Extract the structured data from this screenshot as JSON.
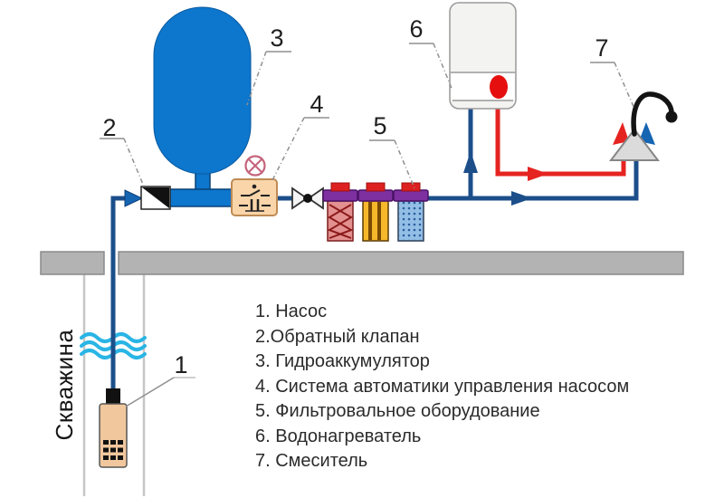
{
  "well": {
    "label": "Скважина"
  },
  "callouts": [
    "1",
    "2",
    "3",
    "4",
    "5",
    "6",
    "7"
  ],
  "legend": {
    "items": [
      "1. Насос",
      "2.Обратный клапан",
      "3. Гидроаккумулятор",
      "4. Система автоматики управления насосом",
      "5. Фильтровальное оборудование",
      "6. Водонагреватель",
      "7. Смеситель"
    ]
  },
  "colors": {
    "tank_blue": "#0d76cd",
    "cold_pipe_blue": "#1c4f8a",
    "hot_pipe_red": "#e52421",
    "water_wave_cyan": "#29b5e5",
    "ground_gray": "#b3b3b3",
    "automation_box_tan": "#f9d5a9",
    "filter_cap_purple": "#7e2fa0",
    "heater_indicator_red": "#e60f0f",
    "pump_body_tan": "#f1c79d"
  }
}
